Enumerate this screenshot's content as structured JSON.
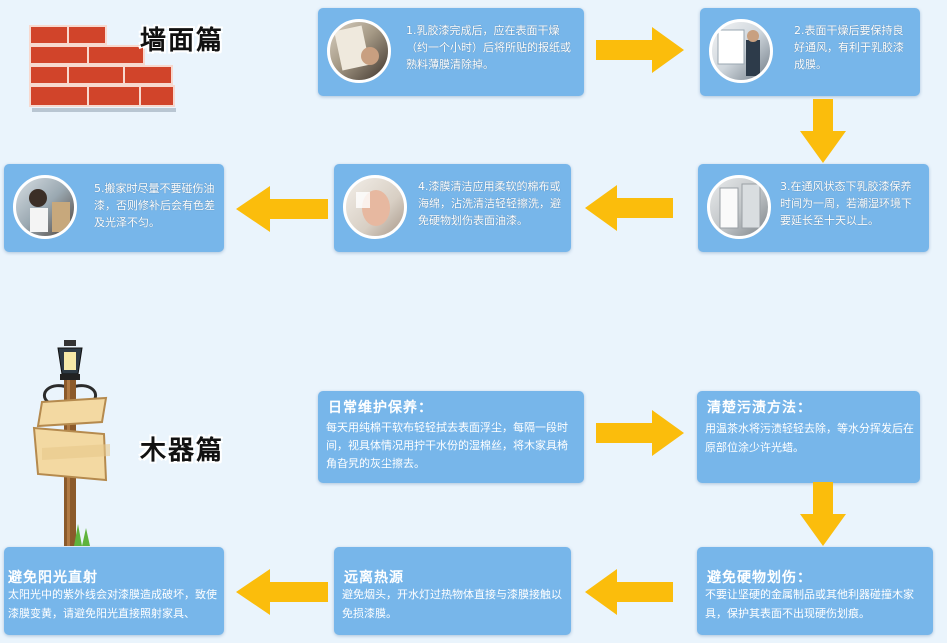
{
  "wall": {
    "heading": "墙面篇",
    "icon": "brick-wall-icon",
    "steps": [
      {
        "text": "1.乳胶漆完成后，应在表面干燥（约一个小时）后将所贴的报纸或熟料薄膜清除掉。",
        "photo": "peeling-paper-photo"
      },
      {
        "text": "2.表面干燥后要保持良好通风，有利于乳胶漆成膜。",
        "photo": "open-window-photo"
      },
      {
        "text": "3.在通风状态下乳胶漆保养时间为一周，若潮湿环境下要延长至十天以上。",
        "photo": "bathroom-photo"
      },
      {
        "text": "4.漆膜清洁应用柔软的棉布或海绵，沾洗清洁轻轻擦洗，避免硬物划伤表面油漆。",
        "photo": "wiping-wall-photo"
      },
      {
        "text": "5.搬家时尽量不要碰伤油漆，否则修补后会有色差及光泽不匀。",
        "photo": "moving-home-photo"
      }
    ]
  },
  "wood": {
    "heading": "木器篇",
    "icon": "signpost-lamp-icon",
    "steps": [
      {
        "title": "日常维护保养：",
        "text": "每天用纯棉干软布轻轻拭去表面浮尘，每隔一段时间，视具体情况用拧干水份的湿棉丝，将木家具椅角旮旯的灰尘擦去。"
      },
      {
        "title": "清楚污渍方法：",
        "text": "用温茶水将污渍轻轻去除，等水分挥发后在原部位涂少许光蜡。"
      },
      {
        "title": "避免硬物划伤：",
        "text": "不要让坚硬的金属制品或其他利器碰撞木家具，保护其表面不出现硬伤划痕。"
      },
      {
        "title": "远离热源",
        "text": "避免烟头，开水灯过热物体直接与漆膜接触以免损漆膜。"
      },
      {
        "title": "避免阳光直射",
        "text": "太阳光中的紫外线会对漆膜造成破坏，致使漆膜变黄，请避免阳光直接照射家具、"
      }
    ]
  },
  "colors": {
    "background": "#eaf4fc",
    "box": "#77b6ea",
    "arrow": "#fbbd0c",
    "brick": "#d1442a"
  }
}
